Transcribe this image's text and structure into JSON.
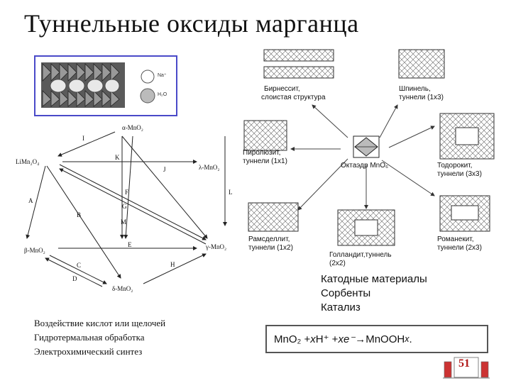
{
  "slide": {
    "title": "Туннельные оксиды марганца",
    "page_number": "51"
  },
  "photo": {
    "legend_top": "Na⁺",
    "legend_bottom": "H₂O"
  },
  "scheme": {
    "nodes": {
      "alpha": "α-MnO₂",
      "limn": "LiMn₂O₄",
      "lambda": "λ-MnO₂",
      "beta": "β-MnO₂",
      "gamma": "γ-MnO₂",
      "delta": "δ-MnO₂"
    },
    "arrow_labels": [
      "I",
      "K",
      "J",
      "L",
      "A",
      "B",
      "F",
      "G",
      "M",
      "E",
      "C",
      "D",
      "H"
    ]
  },
  "network": {
    "center": "Октаэдр MnO₆",
    "birnessite": [
      "Бирнессит,",
      "слоистая структура"
    ],
    "spinel": [
      "Шпинель,",
      "туннели (1x3)"
    ],
    "pyrolusite": [
      "Пиролюзит,",
      "туннели (1x1)"
    ],
    "todorokite": [
      "Тодорокит,",
      "туннели (3x3)"
    ],
    "ramsdellite": [
      "Рамсделлит,",
      "туннели (1x2)"
    ],
    "hollandite": [
      "Голландит,туннель",
      "(2x2)"
    ],
    "romanechite": [
      "Романекит,",
      "туннели (2x3)"
    ]
  },
  "applications": [
    "Катодные материалы",
    "Сорбенты",
    "Катализ"
  ],
  "methods": [
    "Воздействие кислот или щелочей",
    "Гидротермальная обработка",
    "Электрохимический синтез"
  ],
  "equation": {
    "lhs": "MnO₂ + ",
    "x1": "x",
    "h": "H⁺ + ",
    "x2": "x",
    "e": "e⁻ ",
    "arrow": "→",
    "prod": " MnOOH",
    "prod_sub": "x",
    "tail": " ."
  }
}
